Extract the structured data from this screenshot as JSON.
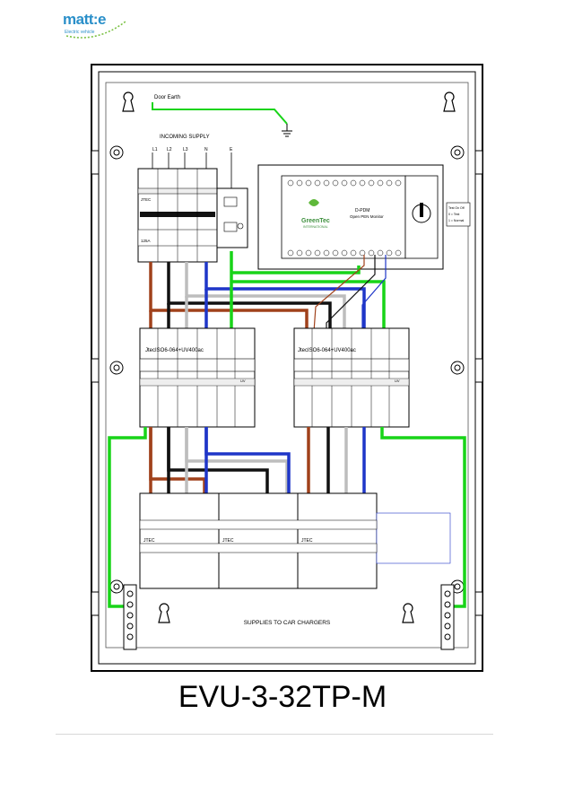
{
  "logo": {
    "word": "matt:e",
    "tagline": "Electric vehicle",
    "colors": {
      "primary": "#2a8fc9",
      "accent": "#7ac143"
    }
  },
  "labels": {
    "door_earth": "Door Earth",
    "incoming_supply": "INCOMING SUPPLY",
    "phase_labels": [
      "L1",
      "L2",
      "L3",
      "N",
      "E"
    ],
    "main_brand": "JTEC",
    "main_rating": "125A",
    "pdm_title": "D-PDM",
    "pdm_subtitle": "Open PEN Monitor",
    "pdm_brand": "GreenTec",
    "pdm_brand_sub": "INTERNATIONAL",
    "test_box": [
      "Test On Off",
      "0 = Test",
      "1 = Normal"
    ],
    "rcbo_model_left": "JtecISO6-064+UV400ac",
    "rcbo_model_right": "JtecISO6-064+UV400ac",
    "uv_label": "UV",
    "mcb_brand": "JTEC",
    "supplies": "SUPPLIES TO CAR CHARGERS"
  },
  "model": "EVU-3-32TP-M",
  "colors": {
    "brown": "#a0411b",
    "black": "#111111",
    "grey": "#bdbdbd",
    "blue": "#1f36c8",
    "green": "#18d418"
  }
}
